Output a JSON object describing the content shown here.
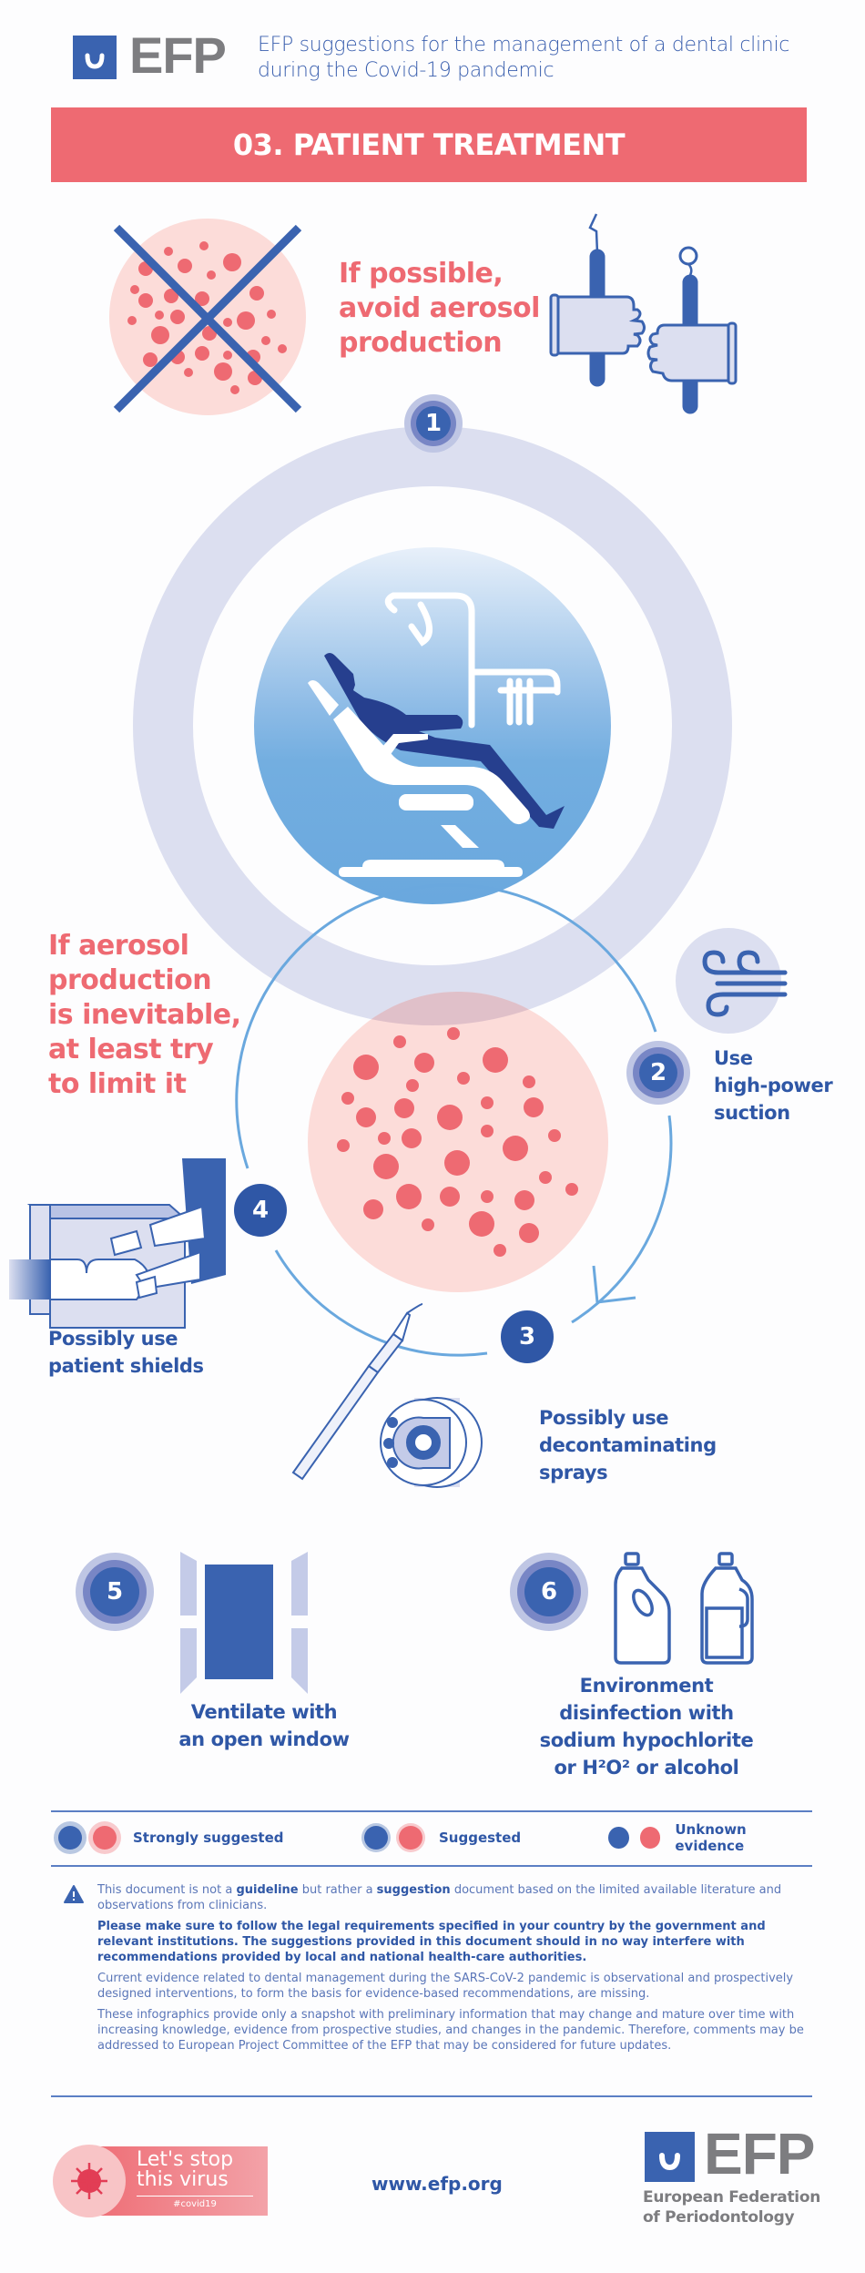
{
  "header": {
    "logo_text": "EFP",
    "subtitle_line1": "EFP suggestions for the management of a dental clinic",
    "subtitle_line2": "during the Covid-19 pandemic"
  },
  "banner": {
    "title": "03. PATIENT TREATMENT"
  },
  "step1": {
    "number": "1",
    "heading_lines": [
      "If possible,",
      "avoid aerosol",
      "production"
    ],
    "icons": [
      "no-aerosol-icon",
      "gloved-hands-instruments-icon",
      "dental-chair-icon"
    ]
  },
  "limit": {
    "heading_lines": [
      "If aerosol",
      "production",
      "is inevitable,",
      "at least try",
      "to limit it"
    ]
  },
  "step2": {
    "number": "2",
    "label_lines": [
      "Use",
      "high-power",
      "suction"
    ],
    "icon": "air-flow-icon"
  },
  "step3": {
    "number": "3",
    "label_lines": [
      "Possibly use",
      "decontaminating",
      "sprays"
    ],
    "icon": "handpiece-spray-icon"
  },
  "step4": {
    "number": "4",
    "label_lines": [
      "Possibly use",
      "patient shields"
    ],
    "icon": "patient-shield-icon"
  },
  "step5": {
    "number": "5",
    "label_lines": [
      "Ventilate with",
      "an open window"
    ],
    "icon": "open-window-icon"
  },
  "step6": {
    "number": "6",
    "label_lines": [
      "Environment",
      "disinfection with",
      "sodium hypochlorite",
      "or H²O² or alcohol"
    ],
    "icon": "disinfectant-bottles-icon"
  },
  "legend": {
    "items": [
      {
        "label": "Strongly suggested",
        "level": "strong"
      },
      {
        "label": "Suggested",
        "level": "medium"
      },
      {
        "label": "Unknown evidence",
        "level": "unknown"
      }
    ]
  },
  "disclaimer": {
    "p1_parts": [
      "This document is not a ",
      "guideline",
      " but rather a ",
      "suggestion",
      " document based on the limited available literature and observations from clinicians."
    ],
    "p2": "Please make sure to follow the legal requirements specified in your country by the government and relevant institutions. The suggestions provided in this document should in no way interfere with recommendations provided by local and national health-care authorities.",
    "p3": "Current evidence related to dental management during the SARS-CoV-2 pandemic is observational and prospectively designed interventions, to form the basis for evidence-based recommendations, are missing.",
    "p4": "These infographics provide only a snapshot with preliminary information that may change and mature over time with increasing knowledge, evidence from prospective studies, and changes in the pandemic. Therefore, comments may be addressed to European Project Committee of the EFP that may be considered for future updates."
  },
  "footer": {
    "campaign_line1": "Let's stop",
    "campaign_line2": "this virus",
    "campaign_tag": "#covid19",
    "url": "www.efp.org",
    "logo_text": "EFP",
    "org_line1": "European Federation",
    "org_line2": "of Periodontology"
  },
  "colors": {
    "brand_blue": "#3a63b0",
    "navy": "#263f8e",
    "coral": "#ee6a72",
    "pink_bg": "#fcdcd9",
    "lavender": "#dcdff0",
    "grey_logo": "#7d7d80"
  }
}
